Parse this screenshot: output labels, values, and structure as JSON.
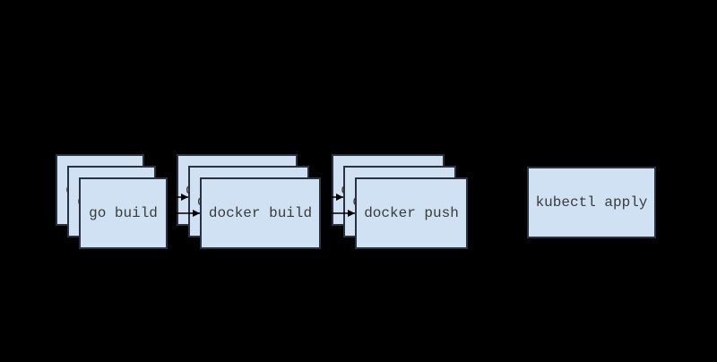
{
  "diagram": {
    "type": "pipeline-flow",
    "stacks": [
      {
        "id": "go-build",
        "label": "go build",
        "box_count": 3
      },
      {
        "id": "docker-build",
        "label": "docker build",
        "box_count": 3
      },
      {
        "id": "docker-push",
        "label": "docker push",
        "box_count": 3
      }
    ],
    "final_step": {
      "id": "kubectl-apply",
      "label": "kubectl apply",
      "box_count": 1
    },
    "connections": [
      {
        "from": "go-build",
        "to": "docker-build"
      },
      {
        "from": "docker-build",
        "to": "docker-push"
      }
    ],
    "colors": {
      "background": "#000000",
      "box_fill": "#cfe1f3",
      "box_border": "#2a3140",
      "text": "#3b3b3b",
      "arrow": "#000000"
    }
  }
}
